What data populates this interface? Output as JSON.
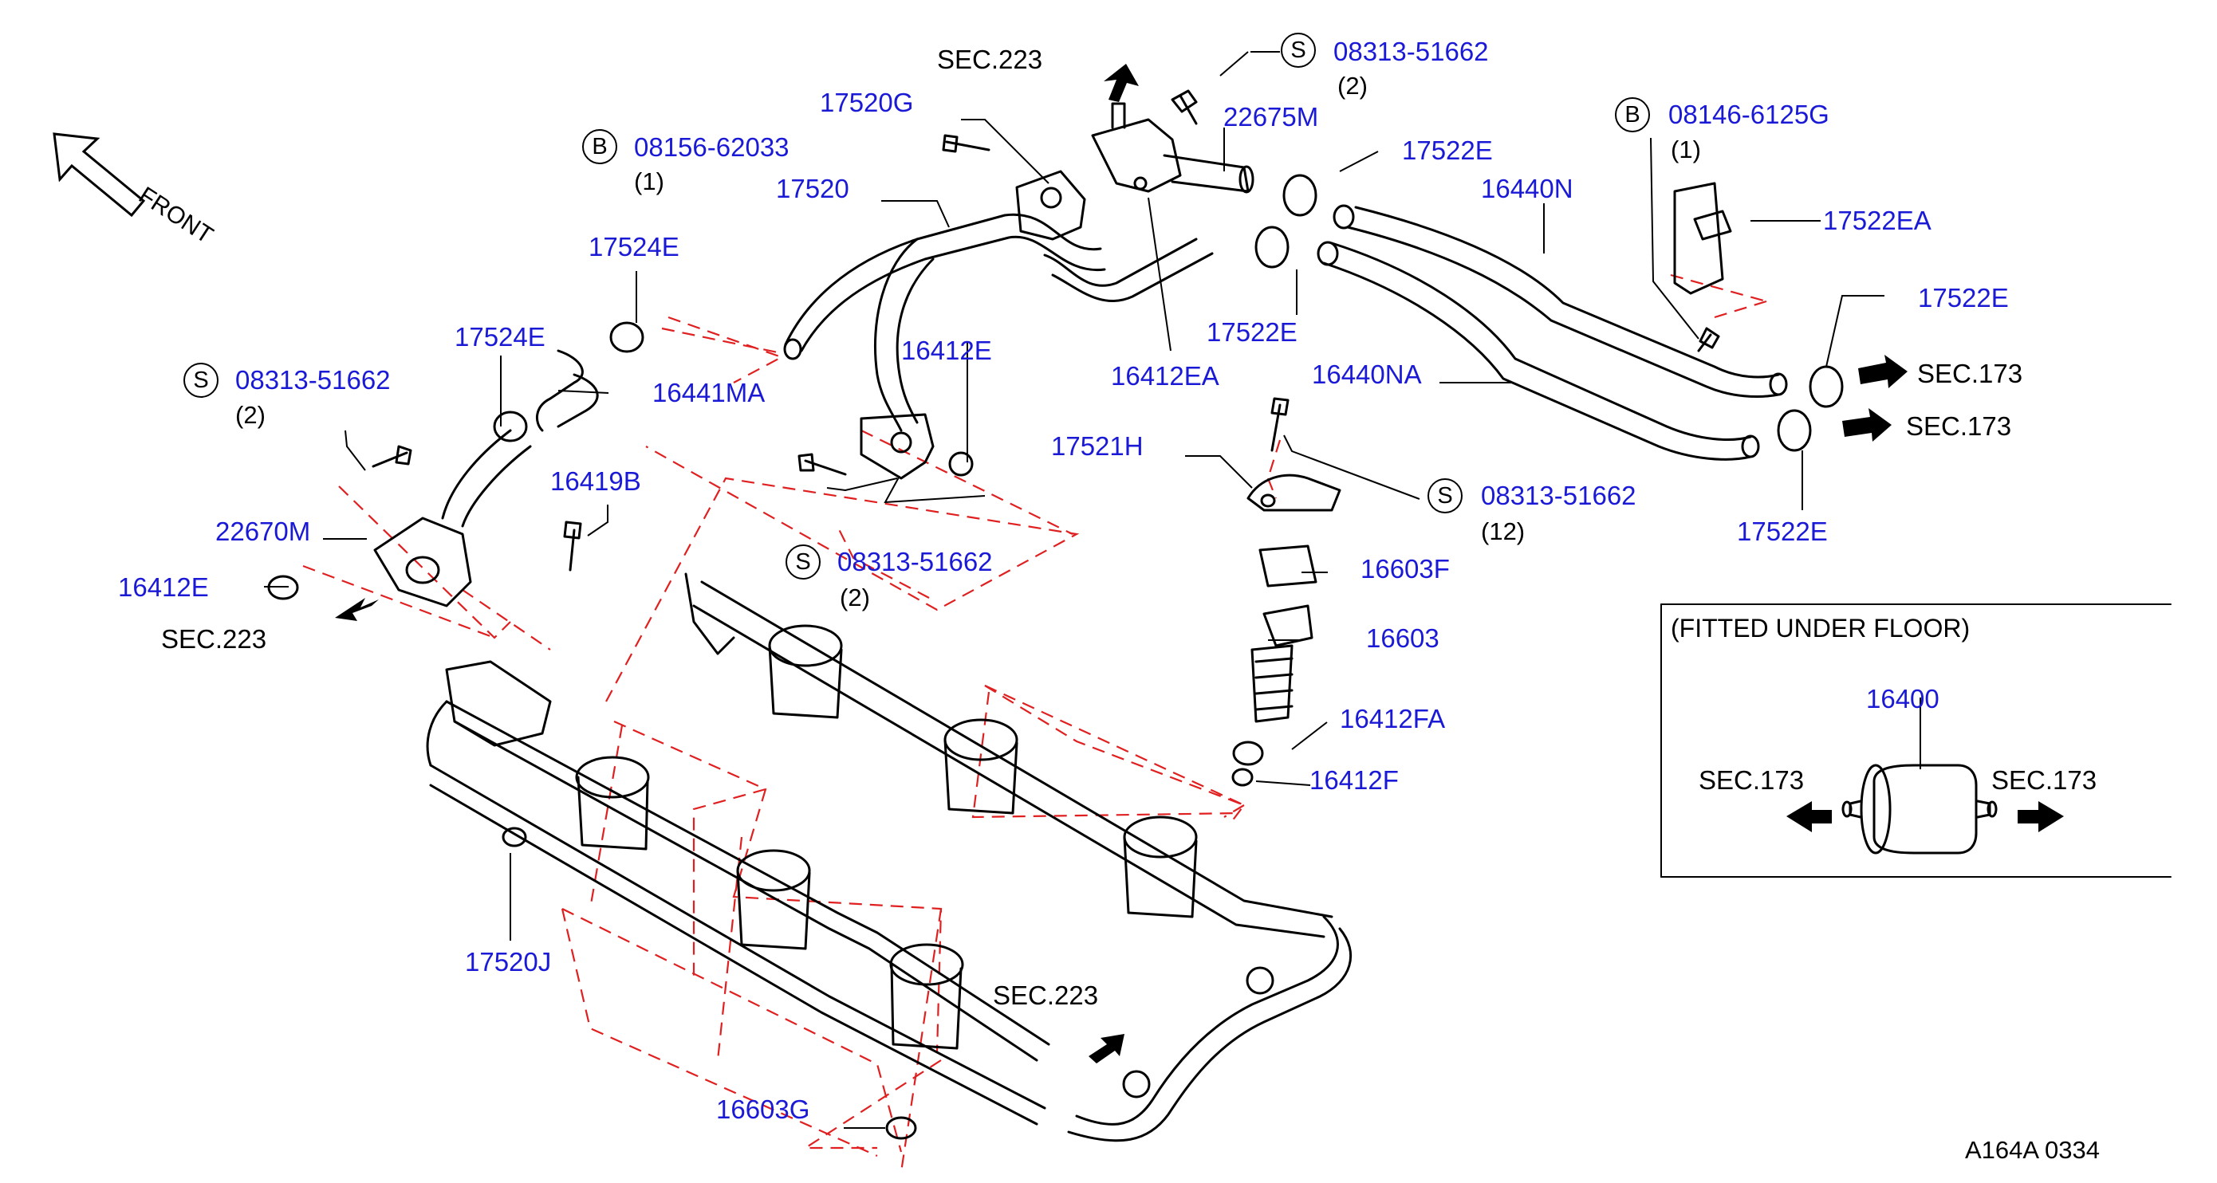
{
  "diagram": {
    "front_label": "FRONT",
    "drawing_ref": "A164A  0334",
    "inset": {
      "title": "(FITTED  UNDER  FLOOR)",
      "part": "16400",
      "sec_left": "SEC.173",
      "sec_right": "SEC.173"
    },
    "sec_refs": [
      {
        "id": "sec223-top",
        "text": "SEC.223"
      },
      {
        "id": "sec223-left",
        "text": "SEC.223"
      },
      {
        "id": "sec223-bottom",
        "text": "SEC.223"
      },
      {
        "id": "sec173-a",
        "text": "SEC.173"
      },
      {
        "id": "sec173-b",
        "text": "SEC.173"
      }
    ],
    "parts": [
      {
        "id": "p17520G",
        "text": "17520G"
      },
      {
        "id": "p17520",
        "text": "17520"
      },
      {
        "id": "p22675M",
        "text": "22675M"
      },
      {
        "id": "p17522E-1",
        "text": "17522E"
      },
      {
        "id": "p16440N",
        "text": "16440N"
      },
      {
        "id": "p17522EA",
        "text": "17522EA"
      },
      {
        "id": "p17522E-2",
        "text": "17522E"
      },
      {
        "id": "p17522E-3",
        "text": "17522E"
      },
      {
        "id": "p17522E-4",
        "text": "17522E"
      },
      {
        "id": "p16412EA",
        "text": "16412EA"
      },
      {
        "id": "p16440NA",
        "text": "16440NA"
      },
      {
        "id": "p17524E-1",
        "text": "17524E"
      },
      {
        "id": "p17524E-2",
        "text": "17524E"
      },
      {
        "id": "p16441MA",
        "text": "16441MA"
      },
      {
        "id": "p16412E-1",
        "text": "16412E"
      },
      {
        "id": "p16412E-2",
        "text": "16412E"
      },
      {
        "id": "p17521H",
        "text": "17521H"
      },
      {
        "id": "p16419B",
        "text": "16419B"
      },
      {
        "id": "p22670M",
        "text": "22670M"
      },
      {
        "id": "p16603F",
        "text": "16603F"
      },
      {
        "id": "p16603",
        "text": "16603"
      },
      {
        "id": "p16412FA",
        "text": "16412FA"
      },
      {
        "id": "p16412F",
        "text": "16412F"
      },
      {
        "id": "p17520J",
        "text": "17520J"
      },
      {
        "id": "p16603G",
        "text": "16603G"
      }
    ],
    "fasteners": [
      {
        "id": "f-s-top",
        "symbol": "S",
        "text": "08313-51662",
        "qty": "(2)"
      },
      {
        "id": "f-b-left",
        "symbol": "B",
        "text": "08156-62033",
        "qty": "(1)"
      },
      {
        "id": "f-b-right",
        "symbol": "B",
        "text": "08146-6125G",
        "qty": "(1)"
      },
      {
        "id": "f-s-left",
        "symbol": "S",
        "text": "08313-51662",
        "qty": "(2)"
      },
      {
        "id": "f-s-mid",
        "symbol": "S",
        "text": "08313-51662",
        "qty": "(2)"
      },
      {
        "id": "f-s-right",
        "symbol": "S",
        "text": "08313-51662",
        "qty": "(12)"
      }
    ],
    "colors": {
      "part_number": "#1a1ad6",
      "line_art": "#000000",
      "phantom_line": "#e02020"
    }
  }
}
